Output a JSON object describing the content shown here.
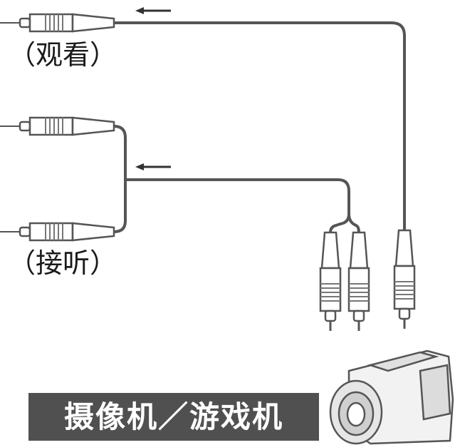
{
  "labels": {
    "watch": "（观看）",
    "listen": "（接听）"
  },
  "banner": {
    "text": "摄像机／游戏机"
  },
  "icons": {
    "arrows": [
      "arrow-left-icon",
      "arrow-left-icon"
    ],
    "device": "camcorder-icon",
    "connectors": [
      "rca-plug-icon"
    ]
  },
  "colors": {
    "line": "#555555",
    "plug_fill": "#ffffff",
    "plug_stripe": "#777777",
    "banner_bg": "#505050",
    "banner_text": "#ffffff"
  }
}
